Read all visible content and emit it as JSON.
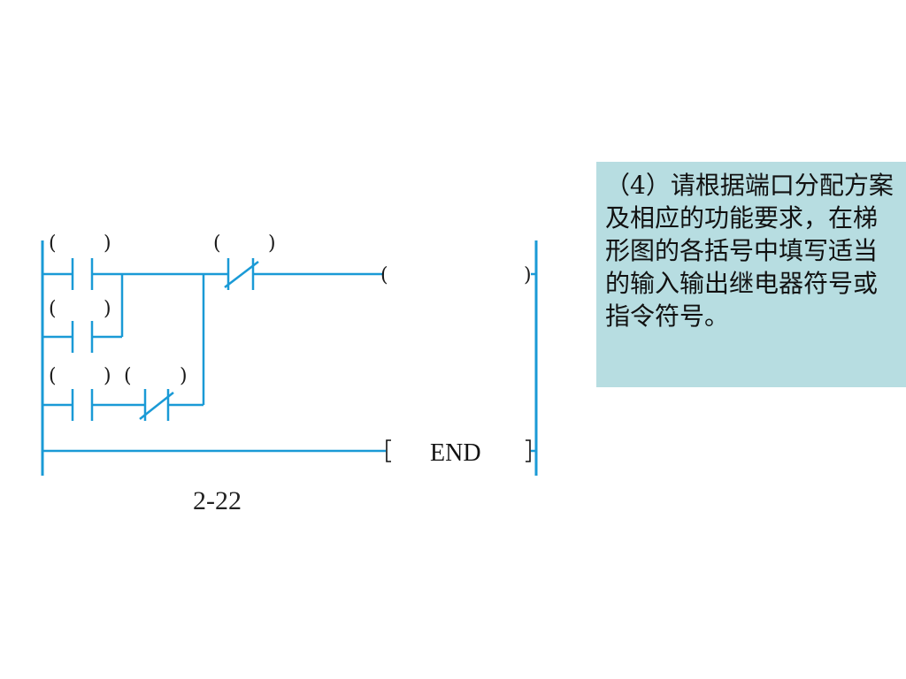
{
  "diagram": {
    "end_instruction": "END",
    "figure_label": "2-22",
    "blank_open": "(",
    "blank_close": ")",
    "wire_color": "#1a9ad6"
  },
  "note": {
    "text": "（4）请根据端口分配方案及相应的功能要求，在梯形图的各括号中填写适当的输入输出继电器符号或指令符号。",
    "background": "#b7dde1"
  }
}
